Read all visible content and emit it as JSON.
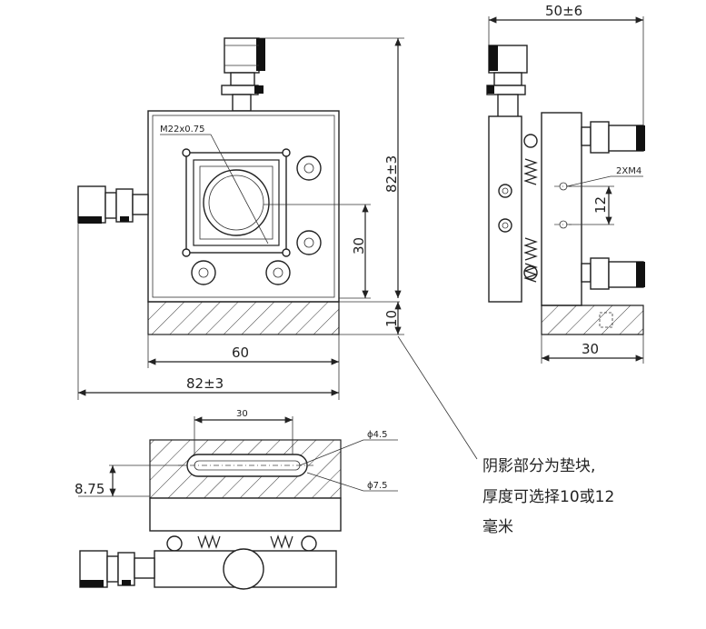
{
  "dimensions": {
    "top_width": "50±6",
    "right_height": "82±3",
    "offset_30": "30",
    "pad_10": "10",
    "width_60": "60",
    "bottom_width": "82±3",
    "side_depth": "30",
    "hole_spacing": "12",
    "screws": "2XM4",
    "thread": "M22x0.75",
    "slot_length": "30",
    "slot_small": "ϕ4.5",
    "slot_large": "ϕ7.5",
    "slot_offset": "8.75"
  },
  "note": {
    "line1": "阴影部分为垫块,",
    "line2": "厚度可选择10或12",
    "line3": "毫米"
  }
}
